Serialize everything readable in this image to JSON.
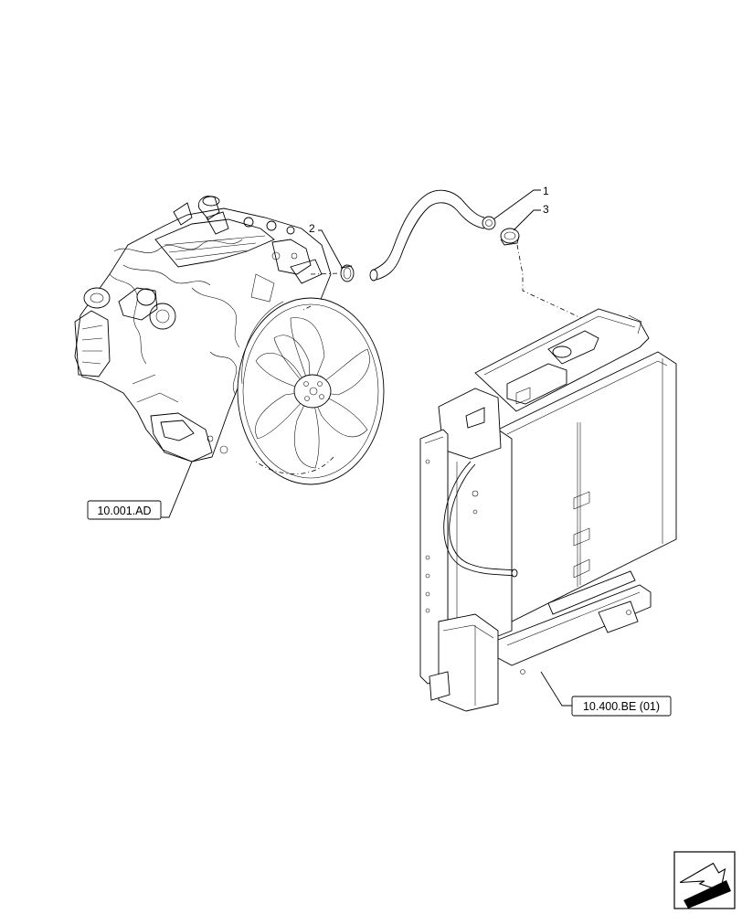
{
  "diagram": {
    "callouts": [
      {
        "id": "callout-1",
        "text": "1"
      },
      {
        "id": "callout-2",
        "text": "2"
      },
      {
        "id": "callout-3",
        "text": "3"
      }
    ],
    "references": [
      {
        "id": "ref-engine",
        "text": "10.001.AD"
      },
      {
        "id": "ref-radiator",
        "text": "10.400.BE (01)"
      }
    ],
    "parts": [
      {
        "id": "engine-assembly",
        "label": ""
      },
      {
        "id": "coolant-hose",
        "label": ""
      },
      {
        "id": "hose-clamp-engine",
        "label": ""
      },
      {
        "id": "hose-clamp-radiator",
        "label": ""
      },
      {
        "id": "radiator-assembly",
        "label": ""
      }
    ],
    "nav_icon": "next-page-arrow-icon"
  }
}
